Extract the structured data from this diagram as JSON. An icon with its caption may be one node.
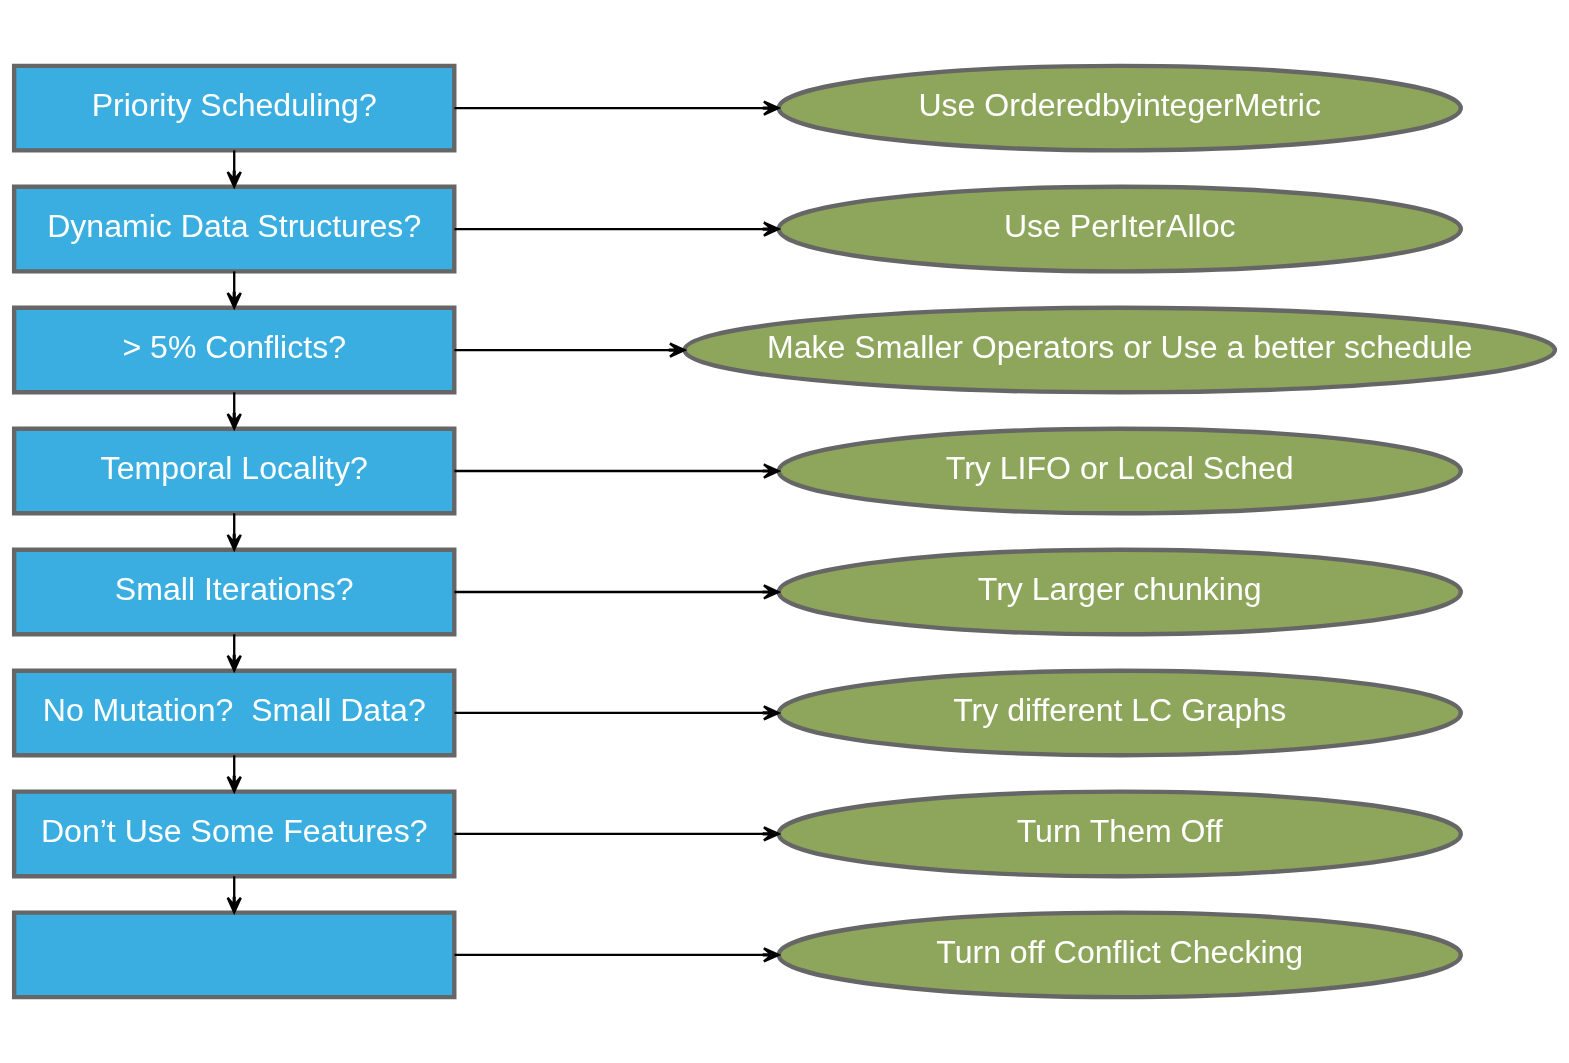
{
  "diagram": {
    "nodes": [
      {
        "text": [
          "Priority Scheduling?"
        ]
      },
      {
        "text": [
          "Use OrderedbyintegerMetric"
        ]
      },
      {
        "text": [
          "Dynamic Data Structures?"
        ]
      },
      {
        "text": [
          "Use PerIterAlloc"
        ]
      },
      {
        "text": [
          "> 5% Conflicts?"
        ]
      },
      {
        "text": [
          "Make Smaller Operators or Use a better schedule"
        ]
      },
      {
        "text": [
          "Temporal Locality?"
        ]
      },
      {
        "text": [
          "Try LIFO or Local Sched"
        ]
      },
      {
        "text": [
          "Small Iterations?"
        ]
      },
      {
        "text": [
          "Try Larger chunking"
        ]
      },
      {
        "text": [
          "No Mutation?  Small Data?"
        ]
      },
      {
        "text": [
          "Try different LC Graphs"
        ]
      },
      {
        "text": [
          "Don’t Use Some Features?"
        ]
      },
      {
        "text": [
          "Turn Them Off"
        ]
      },
      {
        "text": [],
        "shape": "box"
      },
      {
        "text": [
          "Turn off Conflict Checking"
        ]
      }
    ],
    "edges": [
      {
        "from": 0,
        "to": 1,
        "arrow": "to"
      },
      {
        "from": 2,
        "to": 3,
        "arrow": "to"
      },
      {
        "from": 4,
        "to": 5,
        "arrow": "to"
      },
      {
        "from": 6,
        "to": 7,
        "arrow": "to"
      },
      {
        "from": 8,
        "to": 9,
        "arrow": "to"
      },
      {
        "from": 10,
        "to": 11,
        "arrow": "to"
      },
      {
        "from": 12,
        "to": 13,
        "arrow": "to"
      },
      {
        "from": 14,
        "to": 15,
        "arrow": "to"
      },
      {
        "from": 0,
        "to": 2,
        "arrow": "to"
      },
      {
        "from": 2,
        "to": 4,
        "arrow": "to"
      },
      {
        "from": 4,
        "to": 6,
        "arrow": "to"
      },
      {
        "from": 6,
        "to": 8,
        "arrow": "to"
      },
      {
        "from": 8,
        "to": 10,
        "arrow": "to"
      },
      {
        "from": 10,
        "to": 12,
        "arrow": "to"
      },
      {
        "from": 12,
        "to": 14,
        "arrow": "to"
      }
    ]
  }
}
